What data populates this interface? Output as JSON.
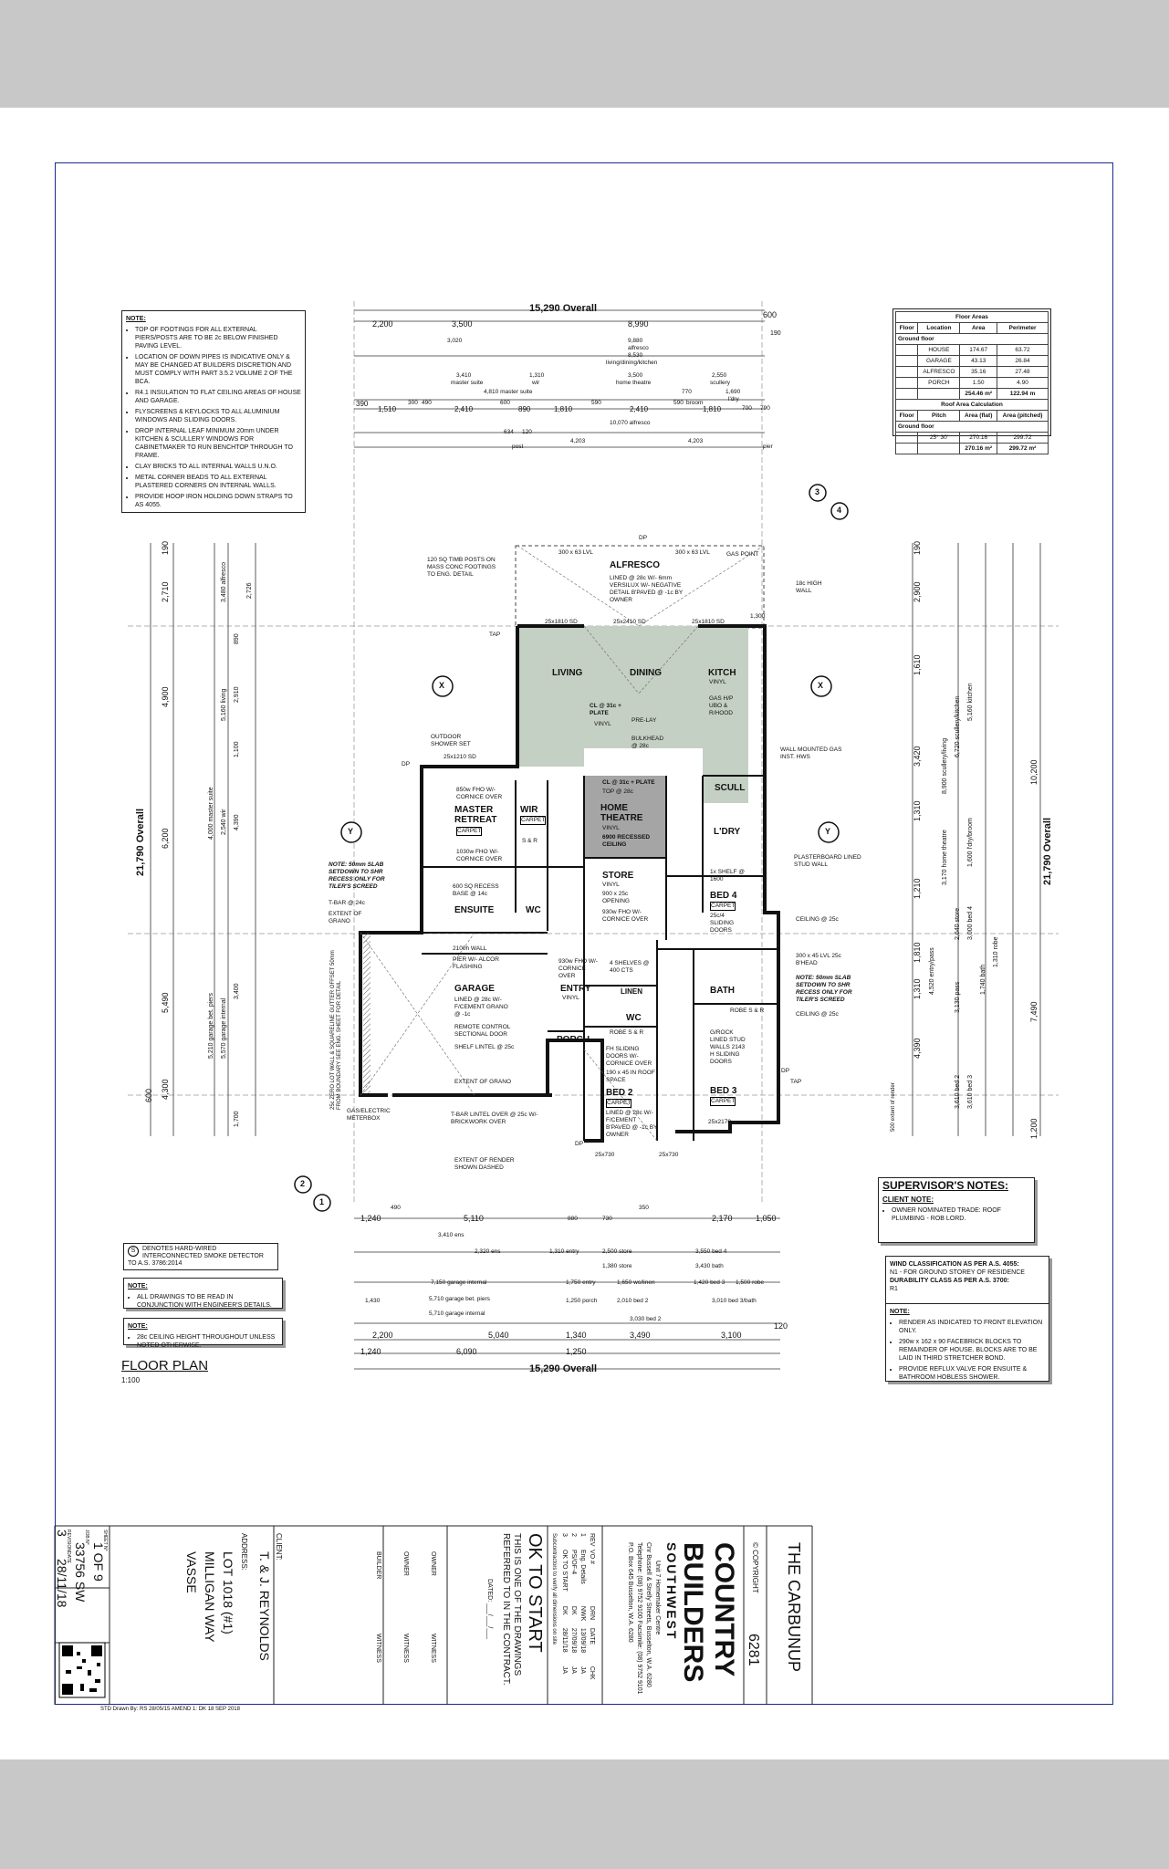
{
  "notes_top": {
    "heading": "NOTE:",
    "items": [
      "TOP OF FOOTINGS FOR ALL EXTERNAL PIERS/POSTS ARE TO BE 2c BELOW FINISHED PAVING LEVEL.",
      "LOCATION OF DOWN PIPES IS INDICATIVE ONLY & MAY BE CHANGED AT BUILDERS DISCRETION AND MUST COMPLY WITH PART 3.5.2 VOLUME 2 OF THE BCA.",
      "R4.1 INSULATION TO FLAT CEILING AREAS OF HOUSE AND GARAGE.",
      "FLYSCREENS & KEYLOCKS TO ALL ALUMINIUM WINDOWS AND SLIDING DOORS.",
      "DROP INTERNAL LEAF MINIMUM 20mm UNDER KITCHEN & SCULLERY WINDOWS FOR CABINETMAKER TO RUN BENCHTOP THROUGH TO FRAME.",
      "CLAY BRICKS TO ALL INTERNAL WALLS U.N.O.",
      "METAL CORNER BEADS TO ALL EXTERNAL PLASTERED CORNERS ON INTERNAL WALLS.",
      "PROVIDE HOOP IRON HOLDING DOWN STRAPS TO AS 4055."
    ]
  },
  "floor_areas": {
    "title": "Floor Areas",
    "headers": [
      "Floor",
      "Location",
      "Area",
      "Perimeter"
    ],
    "group": "Ground floor",
    "rows": [
      [
        "HOUSE",
        "174.67",
        "63.72"
      ],
      [
        "GARAGE",
        "43.13",
        "26.84"
      ],
      [
        "ALFRESCO",
        "35.16",
        "27.48"
      ],
      [
        "PORCH",
        "1.50",
        "4.90"
      ]
    ],
    "total_area": "254.46 m²",
    "total_perimeter": "122.94 m",
    "roof_title": "Roof Area Calculation",
    "roof_headers": [
      "Floor",
      "Pitch",
      "Area (flat)",
      "Area (pitched)"
    ],
    "roof_group": "Ground floor",
    "roof_row": [
      "25° 30'",
      "270.16",
      "299.72"
    ],
    "roof_total_flat": "270.16 m²",
    "roof_total_pitched": "299.72 m²"
  },
  "dims_top": {
    "overall": "15,290 Overall",
    "d2200": "2,200",
    "d3500": "3,500",
    "d8990": "8,990",
    "d600": "600",
    "d3020": "3,020",
    "d9880": "9,880",
    "alfresco": "alfresco",
    "d8530": "8,530",
    "living": "living/dining/kitchen",
    "d3410": "3,410",
    "master": "master suite",
    "d1310": "1,310",
    "wir": "wir",
    "d3500b": "3,500",
    "theatre": "home theatre",
    "d2550": "2,550",
    "scullery": "scullery",
    "d4810": "4,810 master suite",
    "d770": "770",
    "d1690": "1,690",
    "ldry": "l'dry",
    "d390": "390",
    "d1510": "1,510",
    "d300": "300",
    "d490": "490",
    "d2410": "2,410",
    "d600b": "600",
    "d890": "890",
    "d1810": "1,810",
    "d590": "590",
    "d2410b": "2,410",
    "d590b": "590",
    "broom": "broom",
    "d1810b": "1,810",
    "d700": "700",
    "d790": "790",
    "d10070": "10,070 alfresco",
    "d634": "634",
    "d120": "120",
    "post": "post",
    "d4203": "4,203",
    "d4203b": "4,203",
    "pier": "pier",
    "d190": "190"
  },
  "dims_bottom": {
    "d1240": "1,240",
    "d490": "490",
    "d5110": "5,110",
    "d880": "880",
    "d730": "730",
    "d350": "350",
    "d2170": "2,170",
    "d1050": "1,050",
    "d3410": "3,410 ens",
    "d2320": "2,320 ens",
    "d1310": "1,310 entry",
    "d2500": "2,500 store",
    "d3550": "3,550 bed 4",
    "d1380": "1,380 store",
    "d3430": "3,430 bath",
    "d7150": "7,150 garage internal",
    "d5710": "5,710 garage bet. piers",
    "d5710b": "5,710 garage internal",
    "d1750": "1,750 entry",
    "d1650": "1,650 wc/linen",
    "d1420": "1,420 bed 3",
    "d1500": "1,500 robe",
    "d1250": "1,250 porch",
    "d2010": "2,010 bed 2",
    "d3010": "3,010 bed 3/bath",
    "d3030": "3,030 bed 2",
    "d1430": "1,430",
    "d2200": "2,200",
    "d5040": "5,040",
    "d1340": "1,340",
    "d3490": "3,490",
    "d3100": "3,100",
    "d120": "120",
    "d6090": "6,090",
    "d1250b": "1,250",
    "overall": "15,290 Overall"
  },
  "dims_left": {
    "overall": "21,790 Overall",
    "d190": "190",
    "d2710": "2,710",
    "d4900": "4,900",
    "d6200": "6,200",
    "d5490": "5,490",
    "d600": "600",
    "d4300": "4,300",
    "d3480": "3,480 alfresco",
    "d2726": "2,726",
    "d890": "890",
    "d2910": "2,910",
    "d5160": "5,160 living",
    "d1100": "1,100",
    "d4390": "4,390",
    "d3400": "3,400",
    "d1700": "1,700",
    "d5210": "5,210 garage bet. piers",
    "d5570": "5,570 garage internal",
    "d4000": "4,000 master suite",
    "d2540": "2,540 wir"
  },
  "dims_right": {
    "overall": "21,790 Overall",
    "d190": "190",
    "d2900": "2,900",
    "d1610": "1,610",
    "d3420": "3,420",
    "d10200": "10,200",
    "d1310": "1,310",
    "d1210": "1,210",
    "d1810": "1,810",
    "d1310b": "1,310",
    "d4390": "4,390",
    "d7490": "7,490",
    "d1200": "1,200",
    "d5160": "5,160 kitchen",
    "d6720": "6,720 scullery/kitchen",
    "d8900": "8,900 scullery/living",
    "d3170": "3,170 home theatre",
    "d4520": "4,520 entry/pass",
    "d3610": "3,610 bed 2",
    "d3610b": "3,610 bed 3",
    "d3130": "3,130 pass",
    "d3000": "3,000 bed 4",
    "d2640": "2,640 store",
    "d1740": "1,740 bath",
    "d1310c": "1,310 robe",
    "d1600": "1,600 l'dry/broom",
    "d500": "500 extent of render"
  },
  "rooms": {
    "alfresco": "ALFRESCO",
    "living": "LIVING",
    "dining": "DINING",
    "kitch": "KITCH",
    "master": "MASTER RETREAT",
    "wir": "WIR",
    "theatre": "HOME THEATRE",
    "scull": "SCULL",
    "ldry": "L'DRY",
    "store": "STORE",
    "bed4": "BED 4",
    "ensuite": "ENSUITE",
    "wc": "WC",
    "garage": "GARAGE",
    "entry": "ENTRY",
    "wc2": "WC",
    "bath": "BATH",
    "porch": "PORCH",
    "bed2": "BED 2",
    "bed3": "BED 3",
    "linen": "LINEN"
  },
  "annotations": {
    "alfresco_note": "LINED @ 28c W/- 6mm VERSILUX W/- NEGATIVE DETAIL B'PAVED @ -1c BY OWNER",
    "lvl1": "300 x 63 LVL",
    "lvl2": "300 x 63 LVL",
    "gaspoint": "GAS POINT",
    "timb": "120 SQ TIMB POSTS ON MASS CONC FOOTINGS TO ENG. DETAIL",
    "sd1": "25x1810 SD",
    "sd2": "25x2410 SD",
    "sd3": "25x1810 SD",
    "head18": "18c HIGH WALL",
    "d1300": "1,300",
    "gashp": "GAS H/P UBO & R/HOOD",
    "prelay": "PRE-LAY",
    "bulkhead": "BULKHEAD @ 28c",
    "cl_plate": "CL @ 31c + PLATE",
    "vinyl": "VINYL",
    "shower": "OUTDOOR SHOWER SET",
    "sd4": "25x1210 SD",
    "fho1": "850w FHO W/- CORNICE OVER",
    "fho2": "1030w FHO W/- CORNICE OVER",
    "carpet": "CARPET",
    "sr": "S & R",
    "cl_plate2": "CL @ 31c + PLATE",
    "top28": "TOP @ 28c",
    "recessed": "6900 RECESSED CEILING",
    "wallmounted": "WALL MOUNTED GAS INST. HWS",
    "plasterboard": "PLASTERBOARD LINED STUD WALL",
    "slab1": "NOTE: 50mm SLAB SETDOWN TO SHR RECESS ONLY FOR TILER'S SCREED",
    "slab2": "NOTE: 50mm SLAB SETDOWN TO SHR RECESS ONLY FOR TILER'S SCREED",
    "tbar": "T-BAR @ 24c",
    "extent_grano": "EXTENT OF GRANO",
    "recess": "600 SQ RECESS BASE @ 14c",
    "d2100": "2100h WALL",
    "pierw": "PIER W/- ALCOR FLASHING",
    "garage_note": "LINED @ 28c W/- F/CEMENT GRANO @ -1c",
    "remote": "REMOTE CONTROL SECTIONAL DOOR",
    "shelf": "SHELF LINTEL @ 25c",
    "extent_grano2": "EXTENT OF GRANO",
    "tbar2": "T-BAR LINTEL OVER @ 25c W/- BRICKWORK OVER",
    "store_note": "900 x 25c OPENING",
    "fho3": "930w FHO W/- CORNICE OVER",
    "fho4": "930w FHO W/- CORNICE OVER",
    "shelves": "4 SHELVES @ 400 CTS",
    "robe_sr": "ROBE S & R",
    "sliding": "FH SLIDING DOORS W/- CORNICE OVER",
    "roofspace": "190 x 45 IN ROOF SPACE",
    "bed2_note": "LINED @ 28c W/- F/CEMENT B'PAVED @ -1c BY OWNER",
    "bed4_note": "25c/4 SLIDING DOORS",
    "ceiling25": "CEILING @ 25c",
    "lvl3": "300 x 45 LVL 25c B'HEAD",
    "ceiling25b": "CEILING @ 25c",
    "grock": "G/ROCK LINED STUD WALLS 2143 H SLIDING DOORS",
    "sd5": "25x2170",
    "dp": "DP",
    "tap": "TAP",
    "gas_meter": "GAS/ELECTRIC METERBOX",
    "boundary": "25c ZERO LOT WALL & SQUARELINE GUTTER OFFSET 50mm FROM BOUNDARY SEE ENG. SHEET FOR DETAIL",
    "render": "EXTENT OF RENDER SHOWN DASHED",
    "shelf1": "1x SHELF @ 1600",
    "sd6": "25x730",
    "sd7": "25x730"
  },
  "section_markers": {
    "x": "X",
    "y": "Y",
    "s3": "3",
    "s4": "4",
    "s2": "2",
    "s1": "1"
  },
  "smoke": {
    "symbol": "S",
    "text": "DENOTES HARD-WIRED INTERCONNECTED SMOKE DETECTOR TO A.S. 3786:2014"
  },
  "note_eng": {
    "heading": "NOTE:",
    "item": "ALL DRAWINGS TO BE READ IN CONJUNCTION WITH ENGINEER'S DETAILS."
  },
  "note_ceiling": {
    "heading": "NOTE:",
    "item": "28c CEILING HEIGHT THROUGHOUT UNLESS NOTED OTHERWISE."
  },
  "floor_plan": {
    "title": "FLOOR PLAN",
    "scale": "1:100"
  },
  "supervisor": {
    "title": "SUPERVISOR'S NOTES:",
    "client_note": "CLIENT NOTE:",
    "item": "OWNER NOMINATED TRADE: ROOF PLUMBING - ROB LORD."
  },
  "wind": {
    "line1": "WIND CLASSIFICATION AS PER A.S. 4055:",
    "line2": "N1 - FOR GROUND STOREY OF RESIDENCE",
    "line3": "DURABILITY CLASS AS PER A.S. 3700:",
    "line4": "R1"
  },
  "note_render": {
    "heading": "NOTE:",
    "items": [
      "RENDER AS INDICATED TO FRONT ELEVATION ONLY.",
      "290w x 162 x 90 FACEBRICK BLOCKS TO REMAINDER OF HOUSE. BLOCKS ARE TO BE LAID IN THIRD STRETCHER BOND.",
      "PROVIDE REFLUX VALVE FOR ENSUITE & BATHROOM HOBLESS SHOWER."
    ]
  },
  "title_block": {
    "design": "THE CARBUNUP",
    "copyright": "© COPYRIGHT",
    "job_number": "6281",
    "company1": "COUNTRY",
    "company2": "BUILDERS",
    "company3": "SOUTHWEST",
    "address1": "Unit 7 Homemaker Centre",
    "address2": "Cnr Bussell & Strelly Streets, Busselton, W.A. 6280",
    "phone": "Telephone: (08) 9752 9100 Facsimile: (08) 9752 9101",
    "po": "P.O. Box 645 Busselton, W.A. 6280",
    "rev_header": [
      "REV",
      "VO #",
      "DRN",
      "DATE",
      "CHK"
    ],
    "revs": [
      [
        "1",
        "Eng. Details",
        "NWK",
        "13/09/18",
        "JA"
      ],
      [
        "2",
        "PS/OF-4",
        "DK",
        "27/09/18",
        "JA"
      ],
      [
        "3",
        "OK TO START",
        "DK",
        "28/11/18",
        "JA"
      ]
    ],
    "ok_to_start": "OK TO START",
    "ok_line2": "THIS IS ONE OF THE DRAWINGS",
    "ok_line3": "REFERRED TO IN THE CONTRACT.",
    "dated": "DATED: ___/___/___",
    "subcontract": "Subcontractors to verify all dimensions on site",
    "owner1": "OWNER",
    "owner2": "OWNER",
    "builder": "BUILDER",
    "witness1": "WITNESS",
    "witness2": "WITNESS",
    "witness3": "WITNESS",
    "client_label": "CLIENT:",
    "client": "T. & J. REYNOLDS",
    "address_label": "ADDRESS:",
    "lot": "LOT 1018 (#1)",
    "street": "MILLIGAN WAY",
    "town": "VASSE",
    "sheet_label": "SHEET N°",
    "sheet": "1 OF 9",
    "job_label": "JOB N°",
    "job": "33756 SW",
    "rev_label": "REVISION",
    "rev": "3",
    "date_label": "DATE",
    "date": "28/11/18",
    "footer": "STD Drawn By: RS 28/05/15 AMEND 1: DK 18 SEP 2018"
  }
}
